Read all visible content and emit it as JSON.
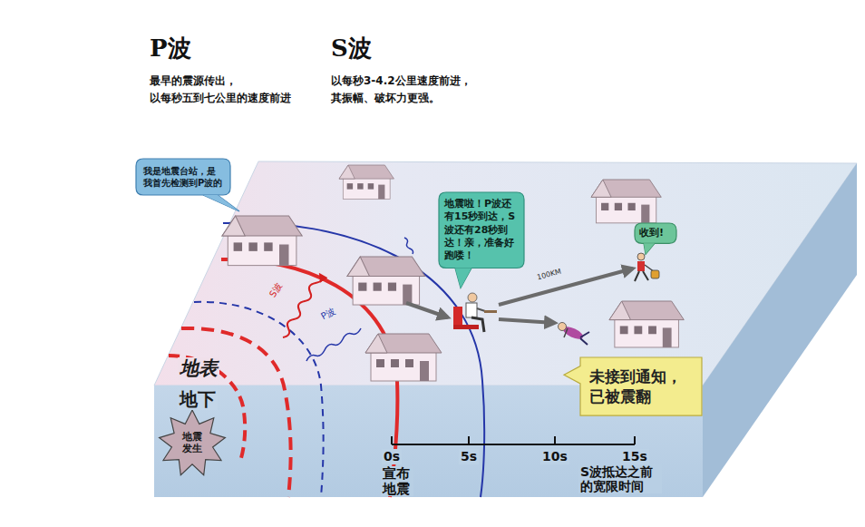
{
  "diagram": {
    "nodes": [
      {
        "text": [
          "我是地震台站，是我首先检测到P波的"
        ]
      },
      {
        "text": [
          "地震啦！P波还有15秒到达，S波还有28秒到达！亲，准备好跑喽！"
        ]
      },
      {
        "text": [
          "收到!"
        ]
      },
      {
        "text": [
          "未接到通知， 已被震翻"
        ]
      },
      {
        "text": [
          "地震发生"
        ]
      }
    ],
    "labels": [
      "P波",
      "最早的震源传出， 以每秒五到七公里的速度前进",
      "S波",
      "以每秒3-4.2公里速度前进， 其振幅、破坏力更强。",
      "地表",
      "地下",
      "S波",
      "P波",
      "100KM",
      "0s",
      "5s",
      "10s",
      "15s",
      "宣布地震",
      "S波抵达之前的宽限时间"
    ]
  }
}
